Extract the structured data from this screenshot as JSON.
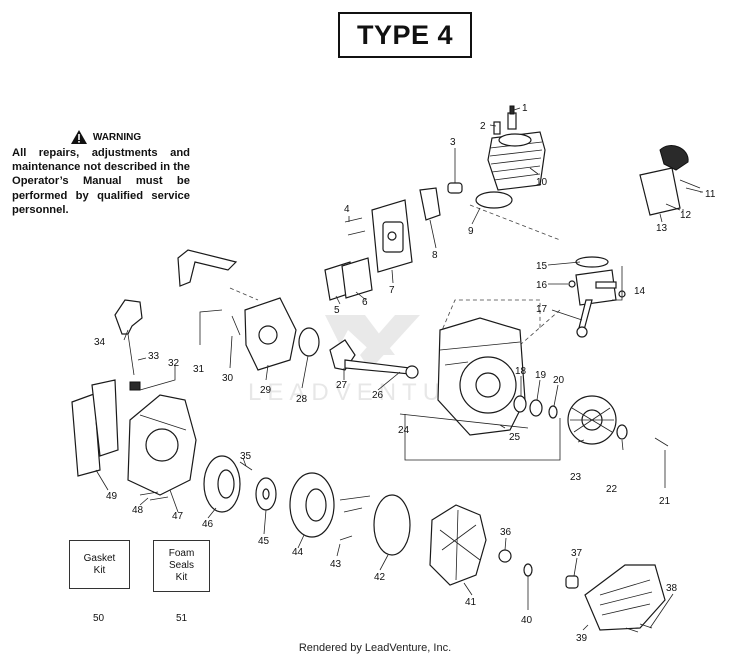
{
  "title": "TYPE 4",
  "warning": {
    "heading": "WARNING",
    "text": "All repairs, adjustments and maintenance not described in the Operator’s Manual must be performed by qualified service personnel."
  },
  "kits": {
    "gasket": "Gasket\nKit",
    "foam": "Foam\nSeals\nKit"
  },
  "watermark": "LEADVENTURE",
  "credit": "Rendered by LeadVenture, Inc.",
  "callouts": [
    "1",
    "2",
    "3",
    "4",
    "5",
    "6",
    "7",
    "8",
    "9",
    "10",
    "11",
    "12",
    "13",
    "14",
    "15",
    "16",
    "17",
    "18",
    "19",
    "20",
    "21",
    "22",
    "23",
    "24",
    "25",
    "26",
    "27",
    "28",
    "29",
    "30",
    "31",
    "32",
    "33",
    "34",
    "35",
    "36",
    "37",
    "38",
    "39",
    "40",
    "41",
    "42",
    "43",
    "44",
    "45",
    "46",
    "47",
    "48",
    "49",
    "50",
    "51"
  ]
}
